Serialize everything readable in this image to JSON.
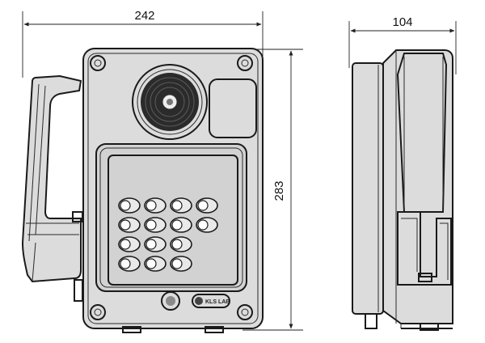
{
  "dimensions": {
    "width": "242",
    "height": "283",
    "depth": "104"
  },
  "logo_text": "KLS LAB"
}
